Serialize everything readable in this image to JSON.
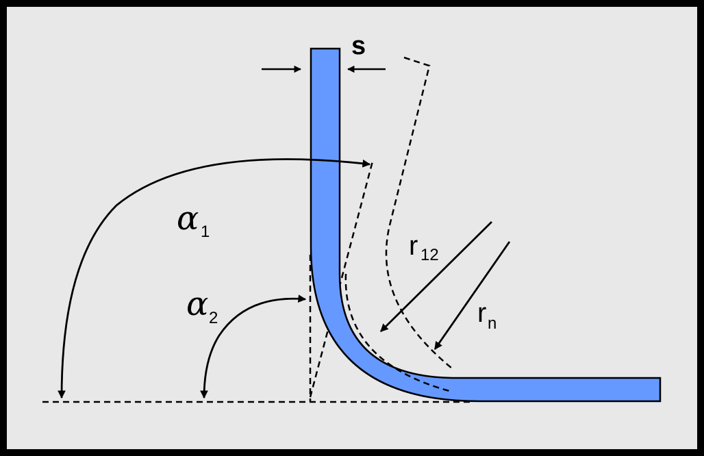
{
  "diagram": {
    "labels": {
      "thickness": "s",
      "alpha1": "α",
      "alpha1_sub": "1",
      "alpha2": "α",
      "alpha2_sub": "2",
      "radius12": "r",
      "radius12_sub": "12",
      "radiusn": "r",
      "radiusn_sub": "n"
    },
    "colors": {
      "background": "#e8e8e8",
      "frame": "#000000",
      "sheet_fill": "#6699ff",
      "stroke": "#000000"
    }
  }
}
